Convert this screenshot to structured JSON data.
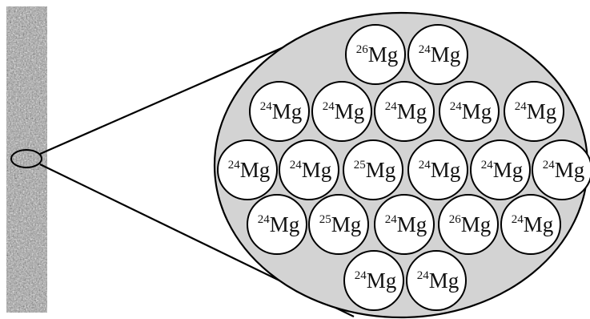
{
  "sample_texture": "gray-speckled-metal-strip",
  "colors": {
    "ellipse_fill": "#d3d3d3",
    "stroke": "#000000",
    "atom_fill": "#ffffff",
    "text": "#111111"
  },
  "element_symbol": "Mg",
  "atoms": [
    {
      "row": 1,
      "mass": "26",
      "symbol": "Mg"
    },
    {
      "row": 1,
      "mass": "24",
      "symbol": "Mg"
    },
    {
      "row": 2,
      "mass": "24",
      "symbol": "Mg"
    },
    {
      "row": 2,
      "mass": "24",
      "symbol": "Mg"
    },
    {
      "row": 2,
      "mass": "24",
      "symbol": "Mg"
    },
    {
      "row": 2,
      "mass": "24",
      "symbol": "Mg"
    },
    {
      "row": 2,
      "mass": "24",
      "symbol": "Mg"
    },
    {
      "row": 3,
      "mass": "24",
      "symbol": "Mg"
    },
    {
      "row": 3,
      "mass": "24",
      "symbol": "Mg"
    },
    {
      "row": 3,
      "mass": "25",
      "symbol": "Mg"
    },
    {
      "row": 3,
      "mass": "24",
      "symbol": "Mg"
    },
    {
      "row": 3,
      "mass": "24",
      "symbol": "Mg"
    },
    {
      "row": 3,
      "mass": "24",
      "symbol": "Mg"
    },
    {
      "row": 4,
      "mass": "24",
      "symbol": "Mg"
    },
    {
      "row": 4,
      "mass": "25",
      "symbol": "Mg"
    },
    {
      "row": 4,
      "mass": "24",
      "symbol": "Mg"
    },
    {
      "row": 4,
      "mass": "26",
      "symbol": "Mg"
    },
    {
      "row": 4,
      "mass": "24",
      "symbol": "Mg"
    },
    {
      "row": 5,
      "mass": "24",
      "symbol": "Mg"
    },
    {
      "row": 5,
      "mass": "24",
      "symbol": "Mg"
    }
  ]
}
